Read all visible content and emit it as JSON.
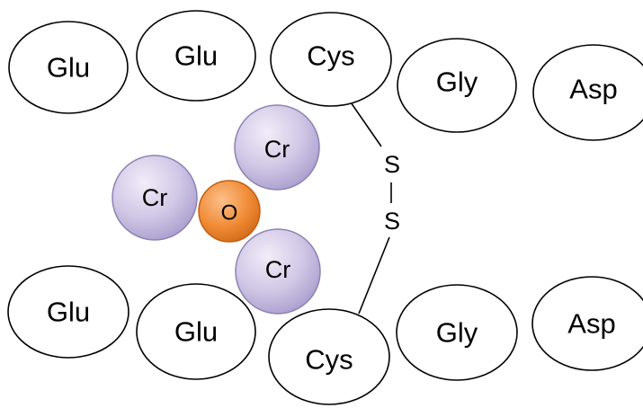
{
  "diagram": {
    "top_chain": [
      {
        "id": "top-glu-1",
        "label": "Glu"
      },
      {
        "id": "top-glu-2",
        "label": "Glu"
      },
      {
        "id": "top-cys",
        "label": "Cys"
      },
      {
        "id": "top-gly",
        "label": "Gly"
      },
      {
        "id": "top-asp",
        "label": "Asp"
      }
    ],
    "bottom_chain": [
      {
        "id": "bottom-glu-1",
        "label": "Glu"
      },
      {
        "id": "bottom-glu-2",
        "label": "Glu"
      },
      {
        "id": "bottom-cys",
        "label": "Cys"
      },
      {
        "id": "bottom-gly",
        "label": "Gly"
      },
      {
        "id": "bottom-asp",
        "label": "Asp"
      }
    ],
    "disulfide_bridge": {
      "sulfur_top": "S",
      "sulfur_bottom": "S"
    },
    "cluster": {
      "center": "O",
      "atoms": [
        {
          "id": "cr-top",
          "label": "Cr"
        },
        {
          "id": "cr-left",
          "label": "Cr"
        },
        {
          "id": "cr-bottom",
          "label": "Cr"
        }
      ]
    },
    "colors": {
      "chromium_fill": "#c9bfe0",
      "chromium_edge": "#8d82b5",
      "oxygen_fill": "#f08a35",
      "oxygen_edge": "#c25f12",
      "outline": "#000000"
    }
  }
}
